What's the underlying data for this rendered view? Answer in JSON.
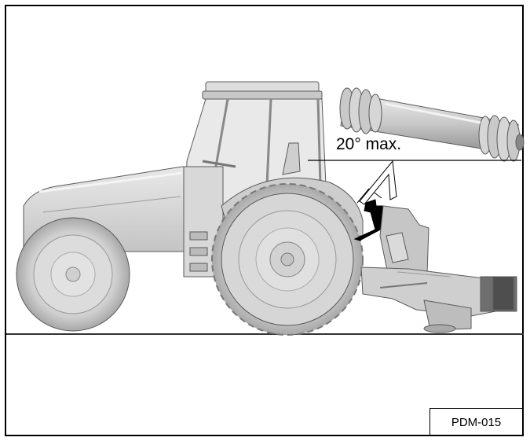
{
  "figure": {
    "angle_note": "20° max.",
    "figure_code": "PDM-015"
  },
  "colors": {
    "machine_fill": "#d4d4d4",
    "machine_light": "#e6e6e6",
    "machine_dark": "#8e8e8e",
    "outline": "#5a5a5a",
    "glass": "#eeeeee",
    "ground": "#333333",
    "arrow": "#000000"
  },
  "icons": [
    "tractor-illustration",
    "pto-shaft-illustration",
    "lift-arrow-icon",
    "mower-implement-illustration"
  ]
}
